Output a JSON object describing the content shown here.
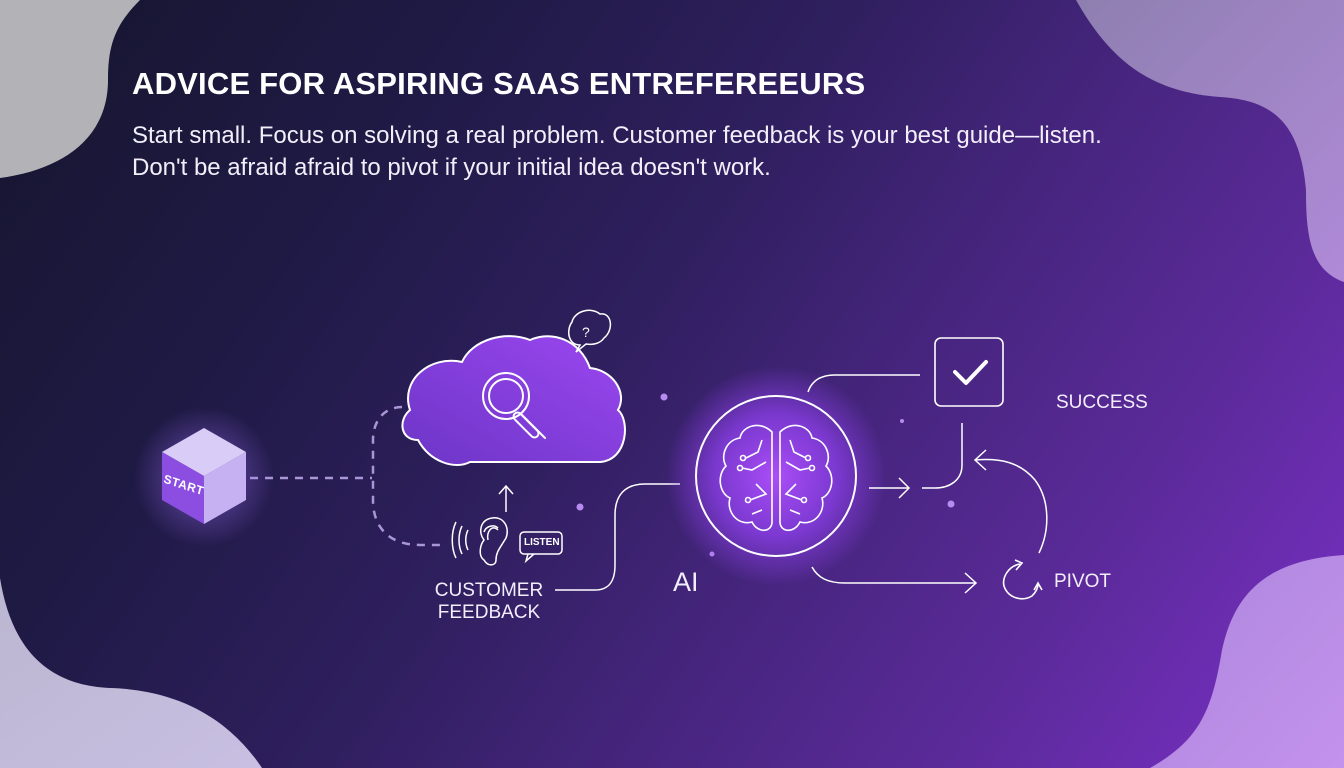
{
  "header": {
    "title": "ADVICE FOR ASPIRING SAAS ENTREFEREEURS",
    "subtitle": "Start small. Focus on solving a real problem. Customer feedback is your best guide—listen. Don't be afraid afraid to pivot if your initial idea doesn't work."
  },
  "diagram": {
    "nodes": {
      "start": {
        "label": "START",
        "icon": "cube-icon"
      },
      "problem": {
        "icon": "cloud-search-icon",
        "badge_icon": "question-bubble-icon"
      },
      "feedback": {
        "label": "CUSTOMER\nFEEDBACK",
        "label_line1": "CUSTOMER",
        "label_line2": "FEEDBACK",
        "icon": "ear-icon",
        "bubble_label": "LISTEN"
      },
      "ai": {
        "label": "AI",
        "icon": "brain-circuit-icon"
      },
      "success": {
        "label": "SUCCESS",
        "icon": "checkbox-icon"
      },
      "pivot": {
        "label": "PIVOT",
        "icon": "refresh-icon"
      }
    },
    "colors": {
      "accent": "#8e3fe0",
      "cloud_fill": "#8a3ee6",
      "cube_front": "#8b4ee0",
      "cube_top": "#d8cbf5",
      "cube_side": "#c2aef0",
      "line": "#ffffff",
      "dashed_line": "#a996d6",
      "dot": "#b78bf0"
    }
  },
  "background": {
    "gradient_start": "#16152e",
    "gradient_end": "#7b30c8",
    "blob_top_left": "#b4b4b8",
    "blob_top_right": "#9a86c0",
    "blob_bottom_left": "#c3bcda",
    "blob_bottom_right": "#b88ae0"
  }
}
